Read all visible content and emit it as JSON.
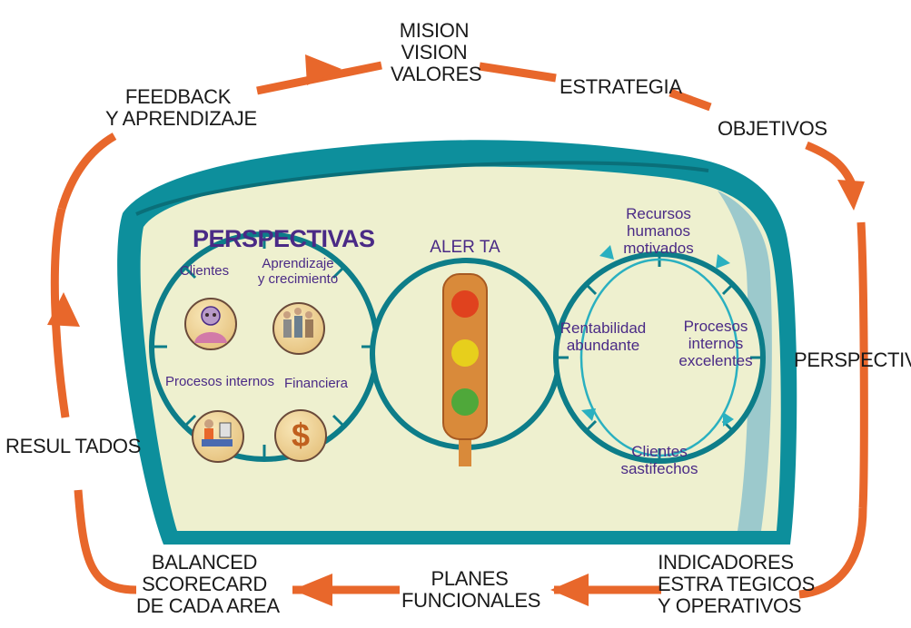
{
  "cycle_labels": {
    "mision": [
      "MISION",
      "VISION",
      "VALORES"
    ],
    "estrategia": "ESTRATEGIA",
    "objetivos": "OBJETIVOS",
    "perspectivas_outer": "PERSPECTIVAS",
    "indicadores": [
      "INDICADORES",
      "ESTRA TEGICOS",
      "Y OPERATIVOS"
    ],
    "planes": [
      "PLANES",
      "FUNCIONALES"
    ],
    "balanced": [
      "BALANCED",
      "SCORECARD",
      "DE CADA AREA"
    ],
    "resultados": "RESUL TADOS",
    "feedback": [
      "FEEDBACK",
      "Y APRENDIZAJE"
    ]
  },
  "dashboard": {
    "left_gauge": {
      "title": "PERSPECTIVAS",
      "clientes": "Clientes",
      "aprendizaje": [
        "Aprendizaje",
        "y crecimiento"
      ],
      "procesos": "Procesos internos",
      "financiera": "Financiera",
      "dollar_symbol": "$"
    },
    "center_gauge": {
      "title": "ALER TA"
    },
    "right_gauge": {
      "recursos": [
        "Recursos",
        "humanos",
        "motivados"
      ],
      "rentabilidad": [
        "Rentabilidad",
        "abundante"
      ],
      "procesos": [
        "Procesos",
        "internos",
        "excelentes"
      ],
      "clientes": [
        "Clientes",
        "sastifechos"
      ]
    }
  },
  "colors": {
    "arrow_orange": "#e8672b",
    "panel_teal": "#0d8f9c",
    "panel_inner": "#eef0cf",
    "text_purple": "#4a2a86",
    "light_red": "#e0421e",
    "light_yellow": "#e7cf1c",
    "light_green": "#4fa83a"
  },
  "icons": [
    "woman-avatar-icon",
    "people-group-icon",
    "worker-at-desk-icon",
    "dollar-coin-icon",
    "traffic-light-icon",
    "cycle-arrows-icon"
  ]
}
